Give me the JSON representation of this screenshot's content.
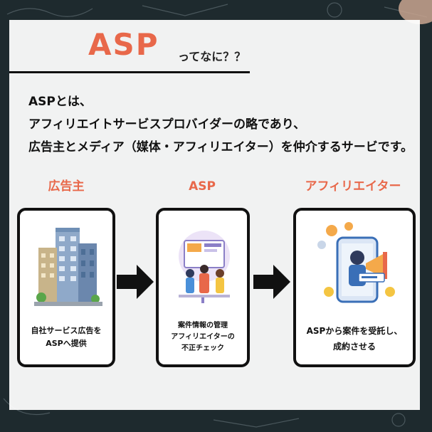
{
  "title": {
    "main": "ASP",
    "sub": "ってなに？？"
  },
  "description": {
    "lines": [
      "ASPとは、",
      "アフィリエイトサービスプロバイダーの略であり、",
      "広告主とメディア（媒体・アフィリエイター）を仲介するサービです。"
    ]
  },
  "columns": [
    {
      "label": "広告主",
      "caption": [
        "自社サービス広告を",
        "ASPへ提供"
      ]
    },
    {
      "label": "ASP",
      "caption": [
        "案件情報の管理",
        "アフィリエイターの",
        "不正チェック"
      ]
    },
    {
      "label": "アフィリエイター",
      "caption": [
        "ASPから案件を受託し、",
        "成約させる"
      ]
    }
  ],
  "colors": {
    "accent": "#e8684a",
    "border": "#111111",
    "background": "#1e2a2e"
  },
  "icons": {
    "advertiser": "office-buildings-icon",
    "asp": "team-meeting-icon",
    "affiliate": "marketer-megaphone-icon",
    "arrow": "arrow-right-icon"
  }
}
